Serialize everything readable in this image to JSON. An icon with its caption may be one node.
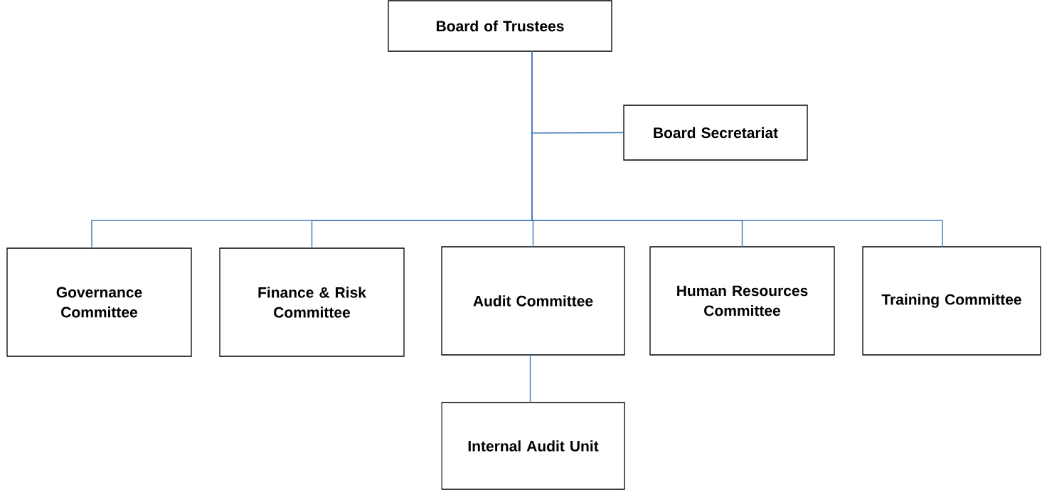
{
  "diagram": {
    "nodes": [
      {
        "text": [
          "Board of Trustees"
        ]
      },
      {
        "text": [
          "Board Secretariat"
        ]
      },
      {
        "text": [
          "Governance Committee"
        ]
      },
      {
        "text": [
          "Finance & Risk Committee"
        ]
      },
      {
        "text": [
          "Audit Committee"
        ]
      },
      {
        "text": [
          "Human Resources Committee"
        ]
      },
      {
        "text": [
          "Training Committee"
        ]
      },
      {
        "text": [
          "Internal Audit Unit"
        ]
      }
    ],
    "edges": [
      {
        "from": 0,
        "to": 1,
        "arrow": "none"
      },
      {
        "from": 0,
        "to": 2,
        "arrow": "none"
      },
      {
        "from": 0,
        "to": 3,
        "arrow": "none"
      },
      {
        "from": 0,
        "to": 4,
        "arrow": "none"
      },
      {
        "from": 0,
        "to": 5,
        "arrow": "none"
      },
      {
        "from": 0,
        "to": 6,
        "arrow": "none"
      },
      {
        "from": 4,
        "to": 7,
        "arrow": "none"
      }
    ]
  }
}
